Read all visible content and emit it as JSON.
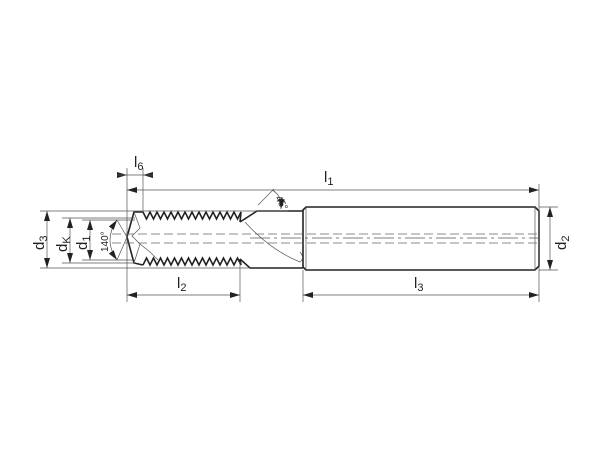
{
  "drawing": {
    "title": "Thread milling cutter dimension drawing",
    "labels": {
      "l1": {
        "base": "l",
        "sub": "1"
      },
      "l2": {
        "base": "l",
        "sub": "2"
      },
      "l3": {
        "base": "l",
        "sub": "3"
      },
      "l6": {
        "base": "l",
        "sub": "6"
      },
      "d1": {
        "base": "d",
        "sub": "1"
      },
      "d2": {
        "base": "d",
        "sub": "2"
      },
      "d3": {
        "base": "d",
        "sub": "3"
      },
      "dK": {
        "base": "d",
        "sub": "K"
      }
    },
    "angles": {
      "tip": "140°",
      "chamfer": "45°"
    }
  }
}
